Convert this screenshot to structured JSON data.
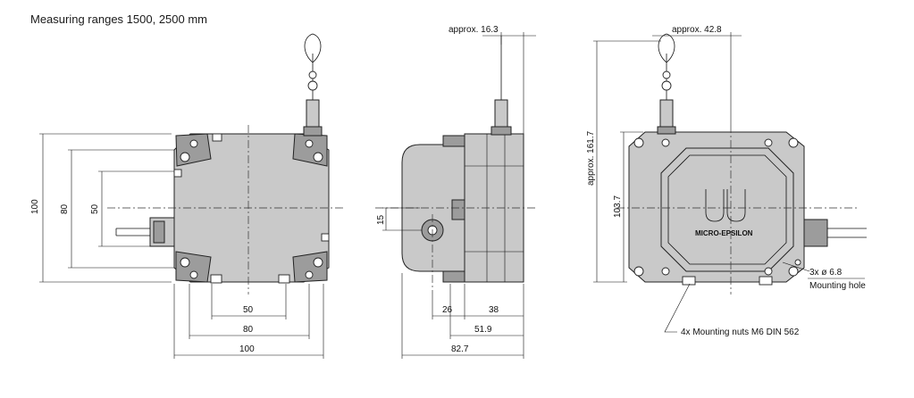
{
  "title": "Measuring ranges 1500, 2500 mm",
  "views": {
    "front": {
      "dims": {
        "h100": "100",
        "h80": "80",
        "h50": "50",
        "w50": "50",
        "w80": "80",
        "w100": "100"
      }
    },
    "side": {
      "dims": {
        "approx16": "approx. 16.3",
        "d15": "15",
        "d26": "26",
        "d38": "38",
        "d519": "51.9",
        "d827": "82.7"
      }
    },
    "back": {
      "dims": {
        "approx428": "approx. 42.8",
        "approx1617": "approx. 161.7",
        "d1037": "103.7"
      },
      "logo": "MICRO-EPSILON",
      "notes": {
        "holes": "3x ø 6.8",
        "holes_label": "Mounting hole",
        "nuts": "4x Mounting nuts M6 DIN 562"
      }
    }
  },
  "colors": {
    "housing": "#c9c9c9",
    "dark": "#9c9c9c",
    "line": "#111111"
  }
}
